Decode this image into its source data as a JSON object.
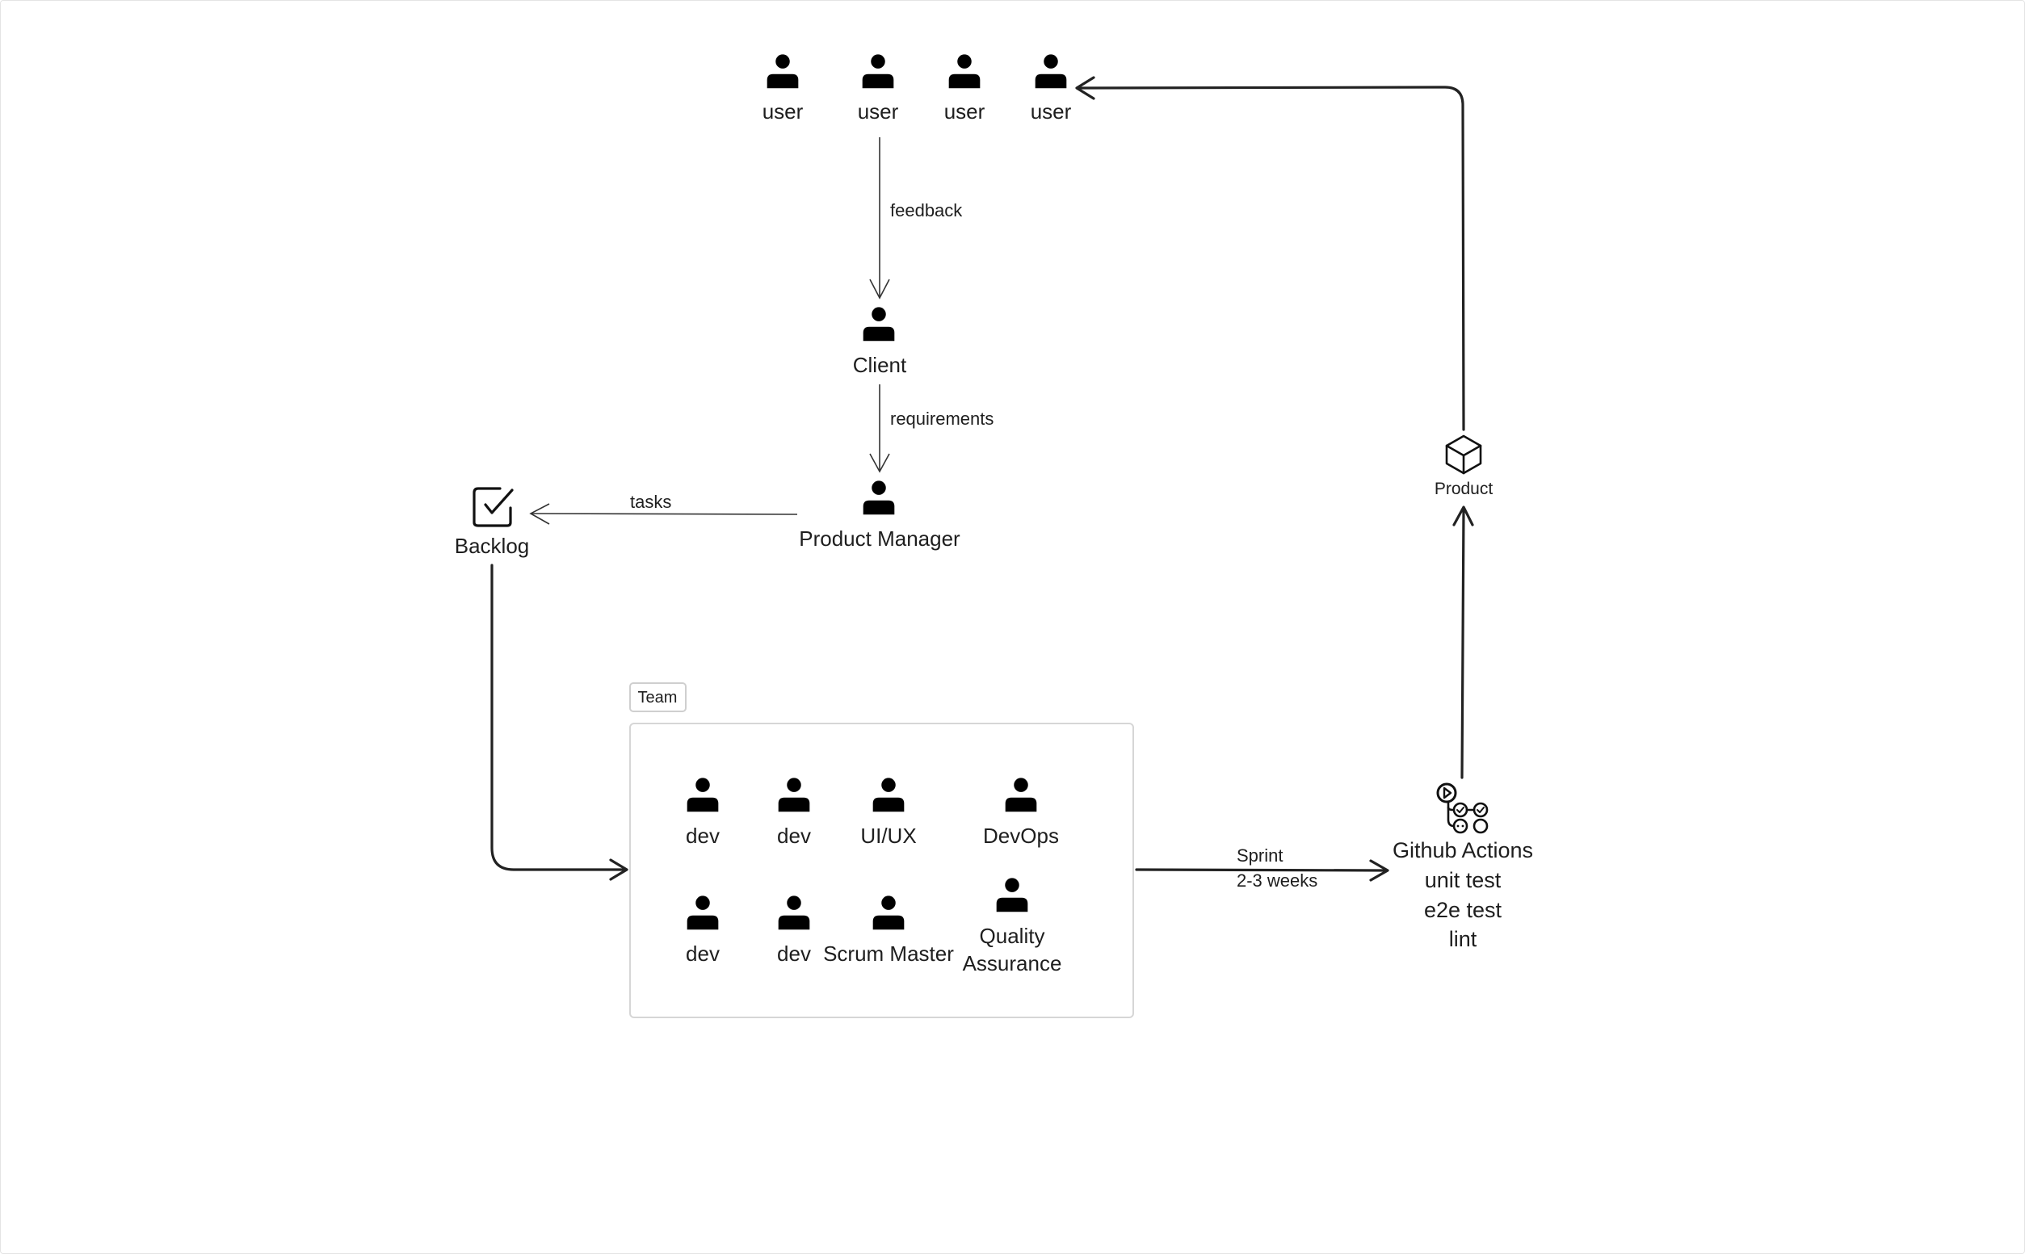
{
  "diagram": {
    "users": [
      {
        "label": "user"
      },
      {
        "label": "user"
      },
      {
        "label": "user"
      },
      {
        "label": "user"
      }
    ],
    "client": {
      "label": "Client"
    },
    "product_manager": {
      "label": "Product Manager"
    },
    "backlog": {
      "label": "Backlog",
      "icon": "checkbox-icon"
    },
    "edges": {
      "feedback": "feedback",
      "requirements": "requirements",
      "tasks": "tasks",
      "sprint_line1": "Sprint",
      "sprint_line2": "2-3 weeks"
    },
    "team": {
      "title": "Team",
      "members": [
        {
          "label": "dev"
        },
        {
          "label": "dev"
        },
        {
          "label": "UI/UX"
        },
        {
          "label": "DevOps"
        },
        {
          "label": "dev"
        },
        {
          "label": "dev"
        },
        {
          "label": "Scrum Master"
        },
        {
          "label_line1": "Quality",
          "label_line2": "Assurance"
        }
      ]
    },
    "ci": {
      "title": "Github Actions",
      "steps": [
        "unit test",
        "e2e test",
        "lint"
      ],
      "icon": "github-actions-icon"
    },
    "product": {
      "label": "Product",
      "icon": "cube-icon"
    }
  }
}
